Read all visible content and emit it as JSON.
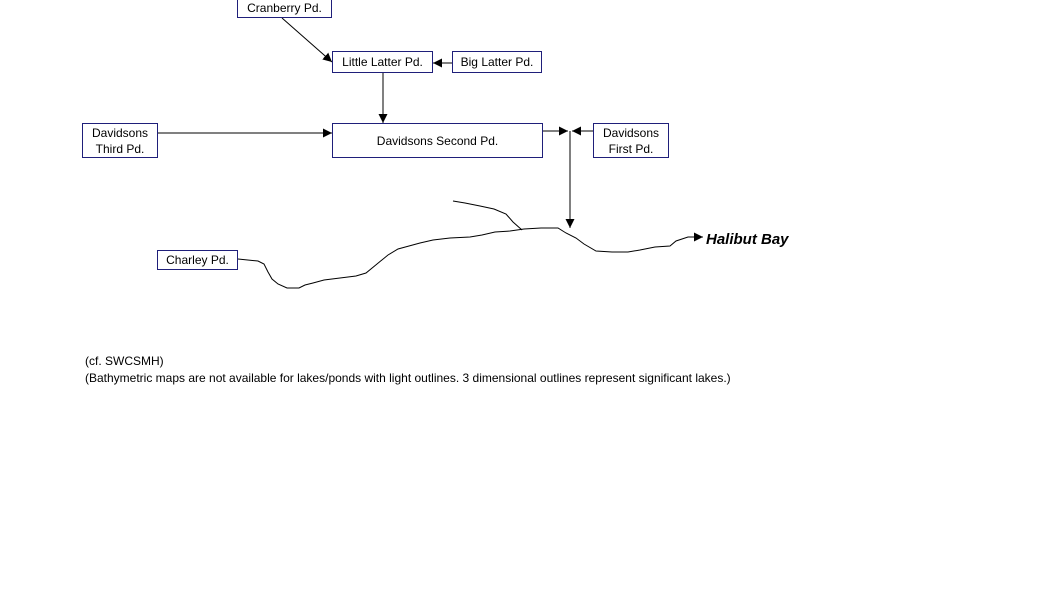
{
  "ponds": {
    "cranberry": "Cranberry Pd.",
    "little_latter": "Little Latter Pd.",
    "big_latter": "Big Latter Pd.",
    "davidsons_third": {
      "line1": "Davidsons",
      "line2": "Third Pd."
    },
    "davidsons_second": "Davidsons Second Pd.",
    "davidsons_first": {
      "line1": "Davidsons",
      "line2": "First Pd."
    },
    "charley": "Charley Pd."
  },
  "destination": "Halibut Bay",
  "notes": {
    "citation": "(cf. SWCSMH)",
    "bathymetry": "(Bathymetric maps are not available for lakes/ponds with light outlines. 3 dimensional outlines represent significant lakes.)"
  },
  "colors": {
    "box_border": "#1f1f7a",
    "line": "#000000"
  }
}
